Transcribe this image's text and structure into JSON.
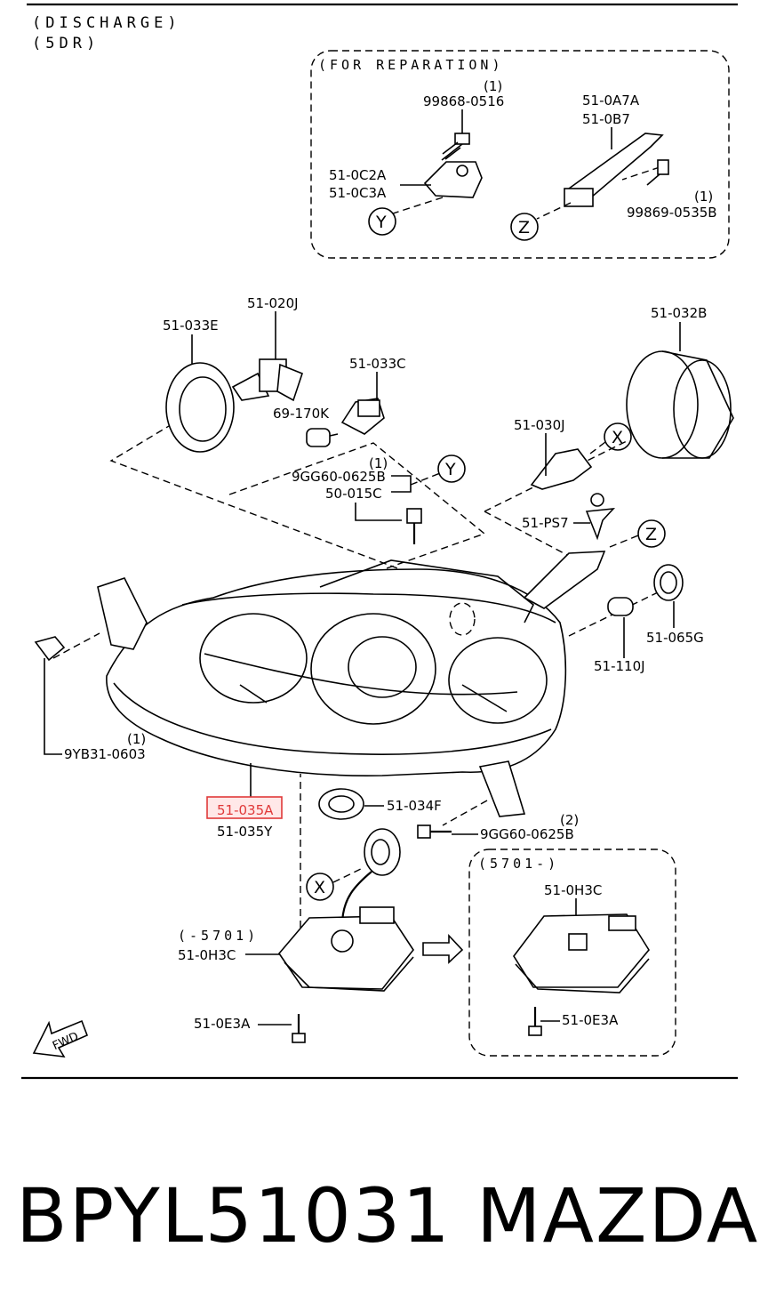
{
  "header": {
    "line1": "(DISCHARGE)",
    "line2": "(5DR)"
  },
  "groups": {
    "reparation": "(FOR REPARATION)",
    "after": "(5701-)",
    "before": "(-5701)"
  },
  "callouts": {
    "x": "X",
    "y": "Y",
    "z": "Z"
  },
  "fwd_label": "FWD",
  "parts": {
    "p99868_qty": "(1)",
    "p99868": "99868-0516",
    "p510c2a": "51-0C2A",
    "p510c3a": "51-0C3A",
    "p510a7a": "51-0A7A",
    "p510b7": "51-0B7",
    "p99869_qty": "(1)",
    "p99869": "99869-0535B",
    "p51020j": "51-020J",
    "p51033e": "51-033E",
    "p51033c": "51-033C",
    "p51032b": "51-032B",
    "p69170k": "69-170K",
    "p51030j": "51-030J",
    "p9gg_top_qty": "(1)",
    "p9gg_top": "9GG60-0625B",
    "p50015c": "50-015C",
    "p51ps7": "51-PS7",
    "p51065g": "51-065G",
    "p51110j": "51-110J",
    "p9yb_qty": "(1)",
    "p9yb": "9YB31-0603",
    "p51035a": "51-035A",
    "p51035y": "51-035Y",
    "p51034f": "51-034F",
    "p9gg_bot_qty": "(2)",
    "p9gg_bot": "9GG60-0625B",
    "p510h3c_left": "51-0H3C",
    "p510e3a_left": "51-0E3A",
    "p510h3c_right": "51-0H3C",
    "p510e3a_right": "51-0E3A"
  },
  "footer": {
    "part_number": "BPYL51031",
    "brand": "MAZDA"
  },
  "colors": {
    "highlight_border": "#e03a3a",
    "highlight_fill": "#ffe8e8",
    "ink": "#000000"
  }
}
